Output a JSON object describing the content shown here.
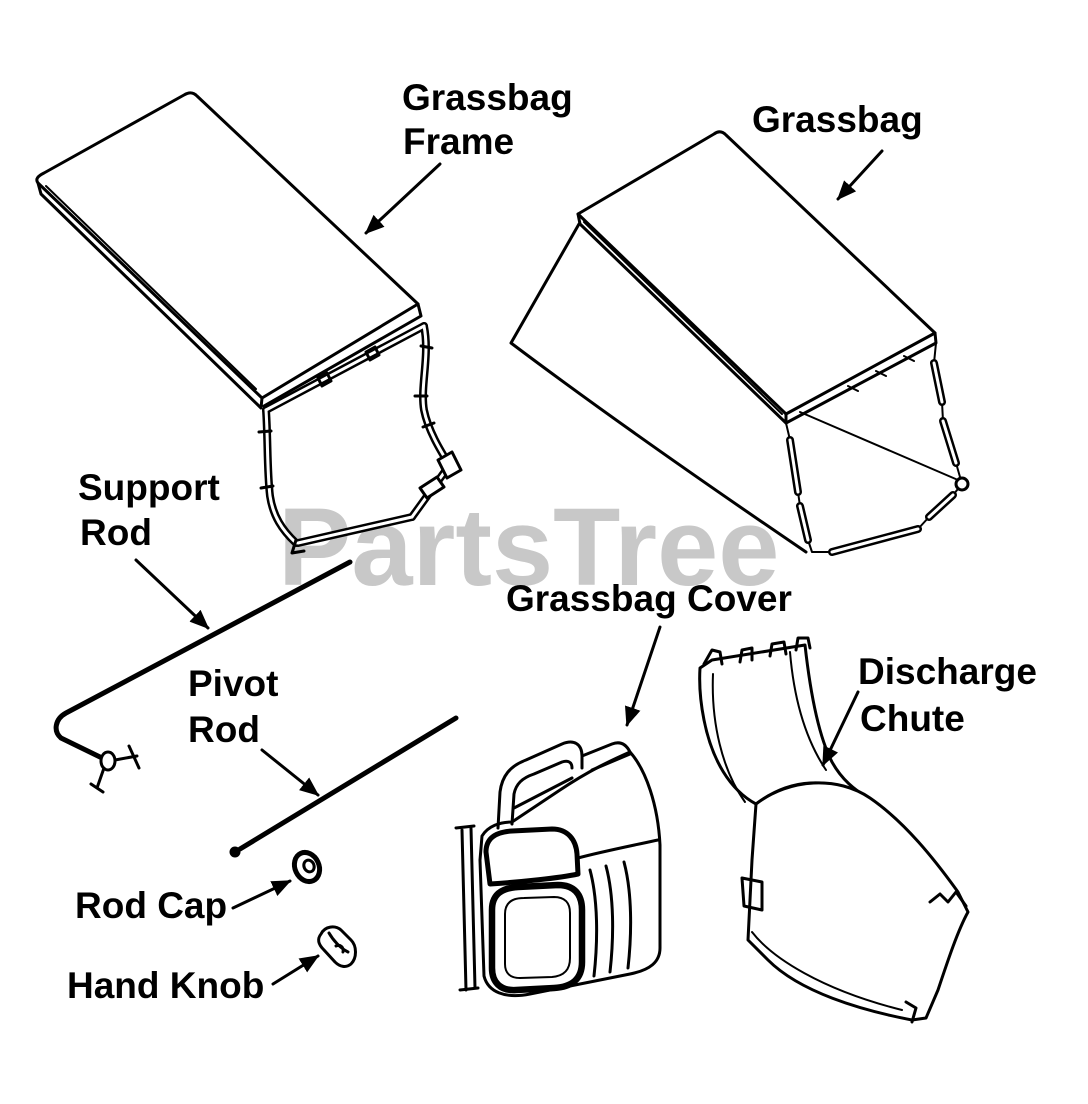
{
  "labels": {
    "grassbag_frame": {
      "line1": "Grassbag",
      "line2": "Frame"
    },
    "grassbag": "Grassbag",
    "support_rod": {
      "line1": "Support",
      "line2": "Rod"
    },
    "pivot_rod": {
      "line1": "Pivot",
      "line2": "Rod"
    },
    "grassbag_cover": "Grassbag Cover",
    "discharge_chute": {
      "line1": "Discharge",
      "line2": "Chute"
    },
    "rod_cap": "Rod Cap",
    "hand_knob": "Hand Knob"
  },
  "watermark": "PartsTree",
  "colors": {
    "ink": "#000000",
    "paper": "#ffffff",
    "watermark": "#c8c8c8"
  }
}
